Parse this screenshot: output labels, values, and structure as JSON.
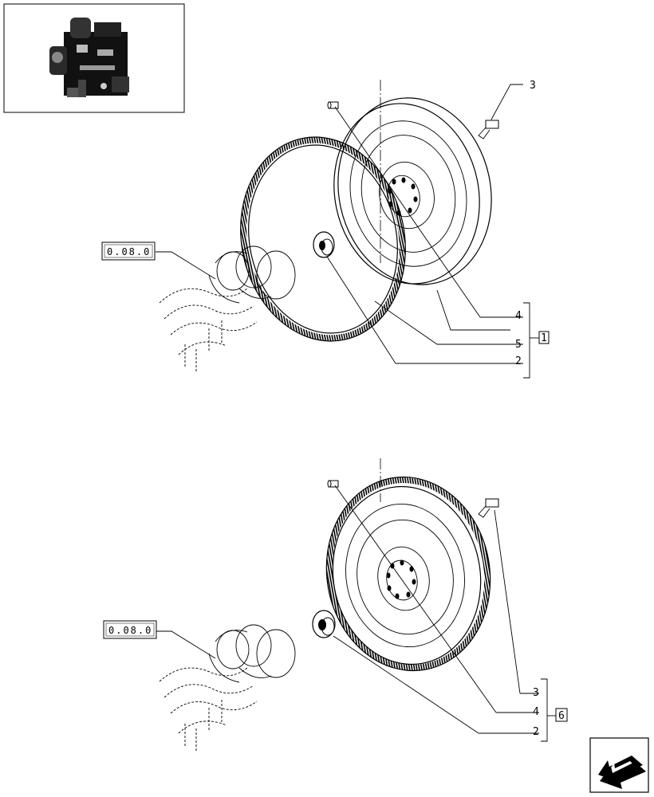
{
  "top_assembly": {
    "callouts": [
      "3",
      "4",
      "5",
      "2"
    ],
    "group_ref": "1",
    "section_ref": "0.08.0"
  },
  "bottom_assembly": {
    "callouts": [
      "3",
      "4",
      "2"
    ],
    "group_ref": "6",
    "section_ref": "0.08.0"
  },
  "thumbnail": {
    "icon": "engine-thumbnail-icon"
  },
  "nav": {
    "icon": "previous-page-arrow-icon"
  }
}
